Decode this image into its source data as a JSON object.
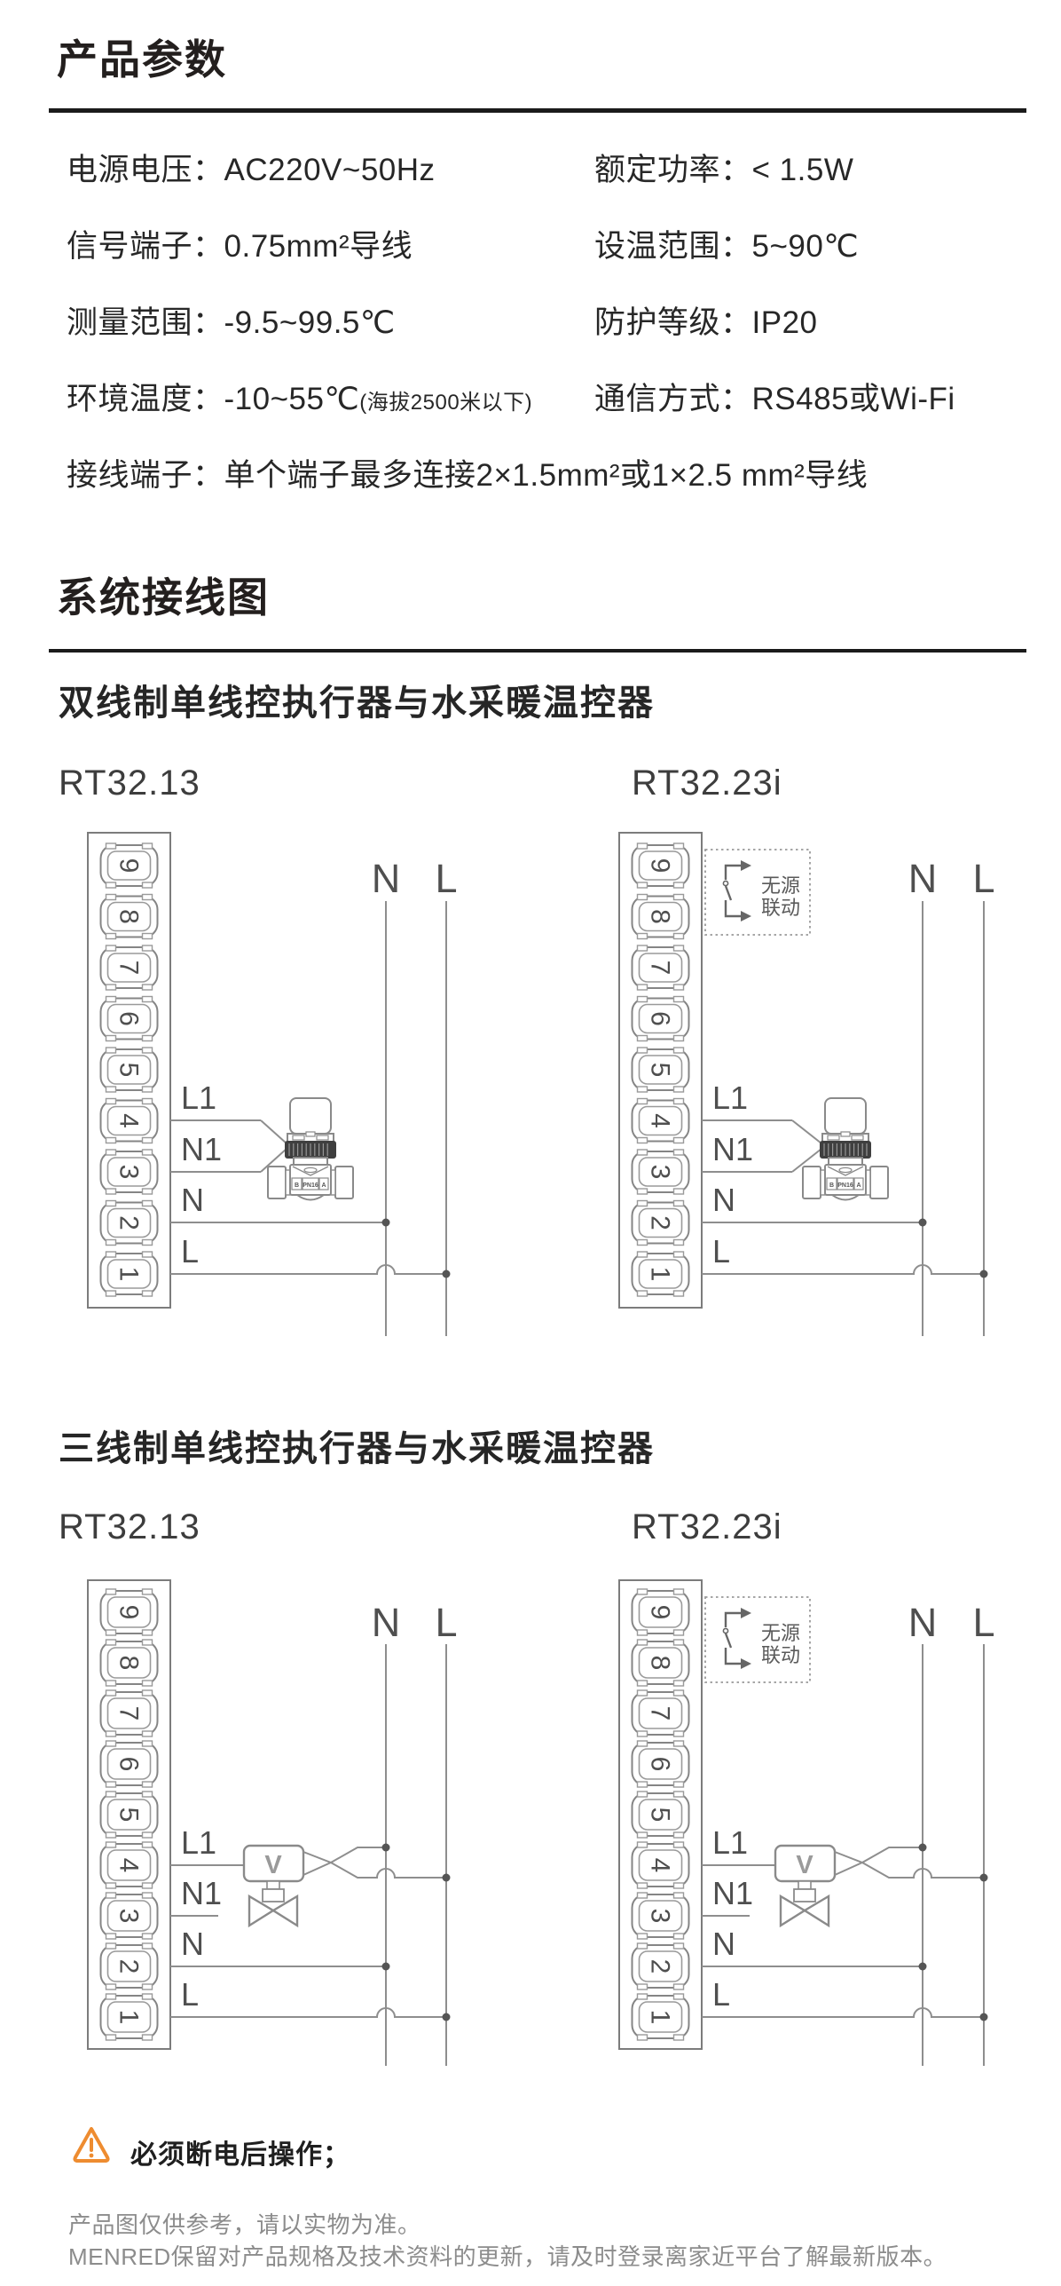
{
  "header": {
    "params_title": "产品参数",
    "wiring_title": "系统接线图"
  },
  "params": {
    "rows": [
      {
        "left": {
          "label": "电源电压：",
          "value": "AC220V~50Hz"
        },
        "right": {
          "label": "额定功率：",
          "value": "< 1.5W"
        }
      },
      {
        "left": {
          "label": "信号端子：",
          "value": "0.75mm²导线"
        },
        "right": {
          "label": "设温范围：",
          "value": "5~90℃"
        }
      },
      {
        "left": {
          "label": "测量范围：",
          "value": "-9.5~99.5℃"
        },
        "right": {
          "label": "防护等级：",
          "value": "IP20"
        }
      },
      {
        "left": {
          "label": "环境温度：",
          "value": "-10~55℃",
          "note": "(海拔2500米以下)"
        },
        "right": {
          "label": "通信方式：",
          "value": "RS485或Wi-Fi"
        }
      },
      {
        "left": {
          "label": "接线端子：",
          "value": "单个端子最多连接2×1.5mm²或1×2.5 mm²导线"
        }
      }
    ]
  },
  "wiring": {
    "sections": [
      {
        "subtitle": "双线制单线控执行器与水采暖温控器",
        "left_model": "RT32.13",
        "right_model": "RT32.23i"
      },
      {
        "subtitle": "三线制单线控执行器与水采暖温控器",
        "left_model": "RT32.13",
        "right_model": "RT32.23i"
      }
    ],
    "terminal_numbers": [
      "9",
      "8",
      "7",
      "6",
      "5",
      "4",
      "3",
      "2",
      "1"
    ],
    "wire_labels": {
      "l1": "L1",
      "n1": "N1",
      "n": "N",
      "l": "L"
    },
    "bus": {
      "n": "N",
      "l": "L"
    },
    "linkage": {
      "line1": "无源",
      "line2": "联动"
    },
    "valve_marks": {
      "left": "B",
      "center": "PN16",
      "right": "A"
    }
  },
  "warning": {
    "text": "必须断电后操作；"
  },
  "footer": {
    "line1": "产品图仅供参考，请以实物为准。",
    "line2": "MENRED保留对产品规格及技术资料的更新，请及时登录离家近平台了解最新版本。"
  },
  "colors": {
    "warning_accent": "#EE8C30",
    "ink": "#1b1b1b",
    "wire": "#8e8e8e",
    "footer_text": "#8c8c8c"
  }
}
